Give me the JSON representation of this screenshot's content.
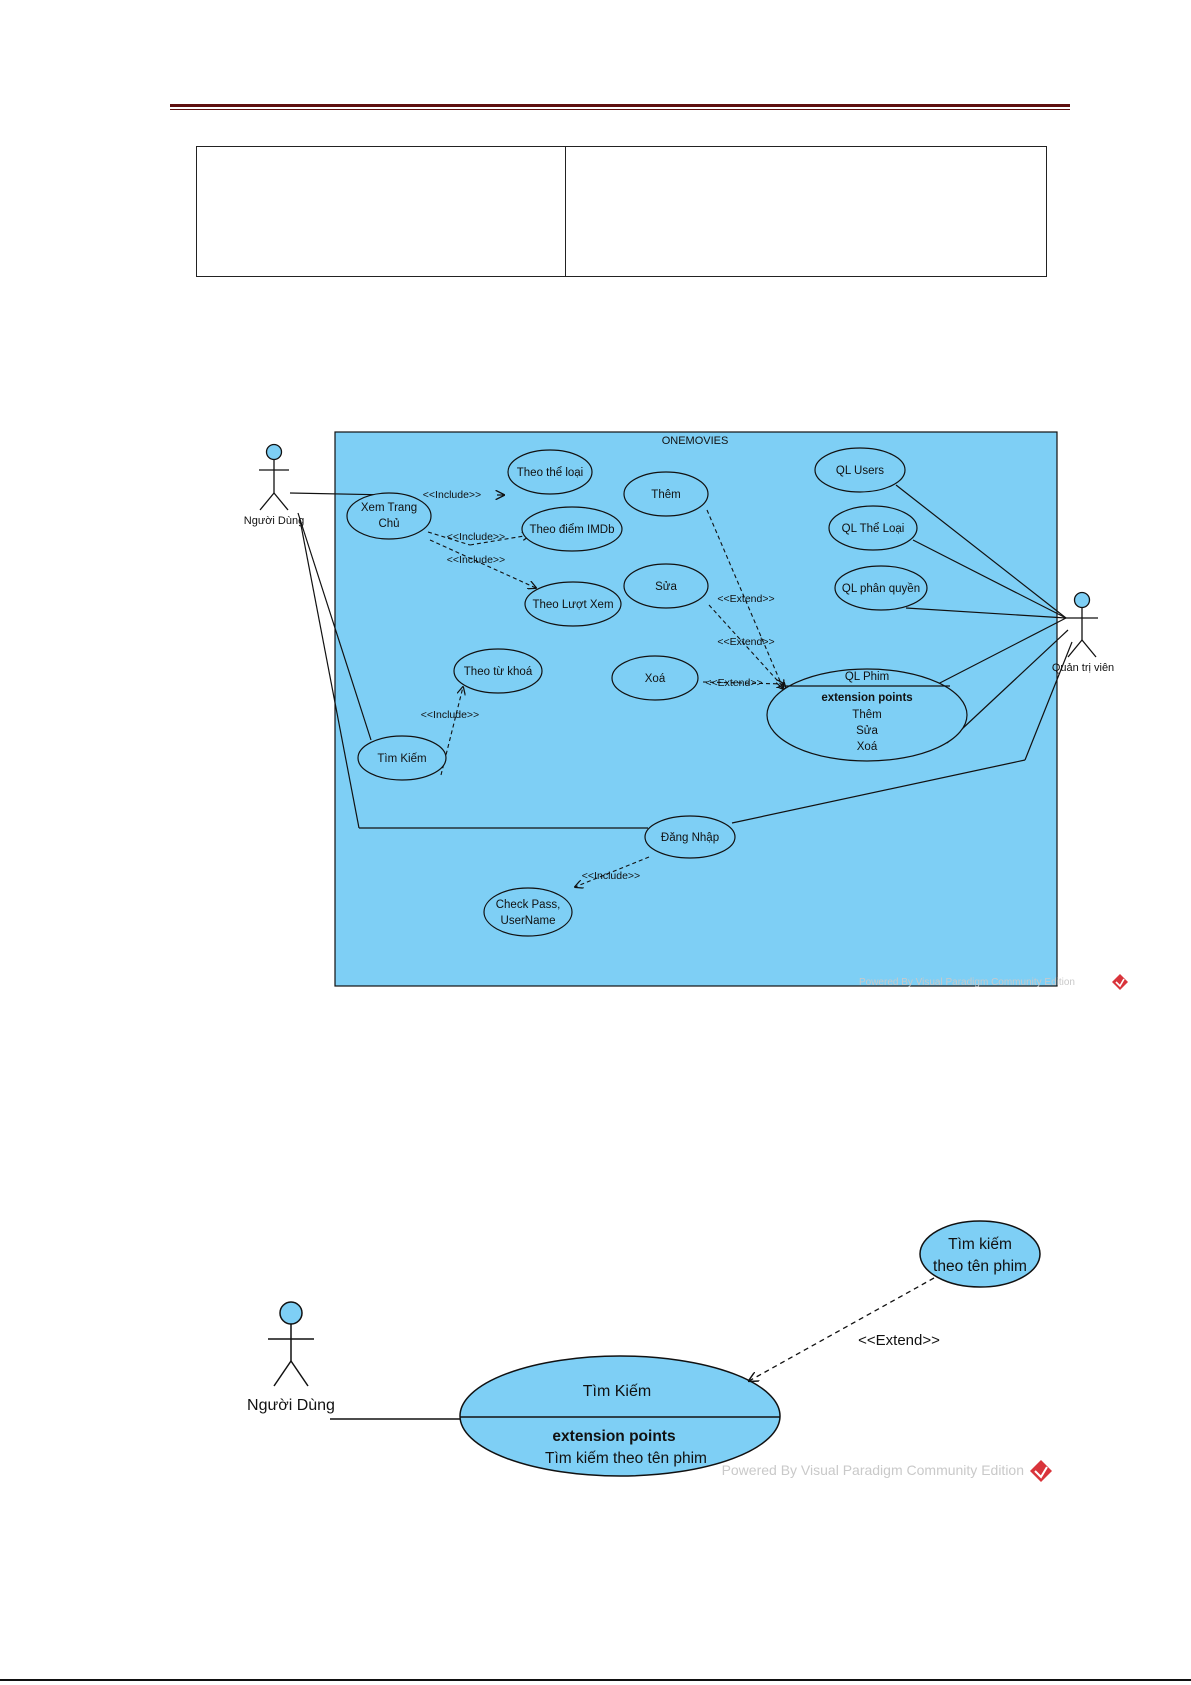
{
  "diagram1": {
    "system_title": "ONEMOVIES",
    "actors": {
      "user": "Người Dùng",
      "admin": "Quản trị viên"
    },
    "usecases": {
      "xem_trang_chu": [
        "Xem Trang",
        "Chủ"
      ],
      "theo_the_loai": "Theo thể loại",
      "theo_diem_imdb": "Theo điểm IMDb",
      "theo_luot_xem": "Theo Lượt Xem",
      "them": "Thêm",
      "sua": "Sửa",
      "xoa": "Xoá",
      "ql_users": "QL Users",
      "ql_the_loai": "QL Thể Loại",
      "ql_phan_quyen": "QL phân quyền",
      "ql_phim": "QL Phim",
      "ql_phim_ext_title": "extension points",
      "ql_phim_ext_items": [
        "Thêm",
        "Sửa",
        "Xoá"
      ],
      "theo_tu_khoa": "Theo từ khoá",
      "tim_kiem": "Tìm Kiếm",
      "dang_nhap": "Đăng Nhập",
      "check_pass": [
        "Check Pass,",
        "UserName"
      ]
    },
    "relations": {
      "include": "<<Include>>",
      "extend": "<<Extend>>"
    },
    "watermark": "Powered By  Visual Paradigm Community Edition"
  },
  "diagram2": {
    "actor": "Người Dùng",
    "usecase_main": "Tìm Kiếm",
    "ext_title": "extension points",
    "ext_item": "Tìm kiếm theo tên phim",
    "usecase_ext": [
      "Tìm kiếm",
      "theo tên phim"
    ],
    "extend": "<<Extend>>",
    "watermark": "Powered By  Visual Paradigm Community Edition"
  },
  "colors": {
    "fill": "#7ecff5",
    "stroke": "#111111",
    "rule": "#5e0f0f",
    "watermark": "#c9c9c9",
    "logo": "#d9343b"
  }
}
